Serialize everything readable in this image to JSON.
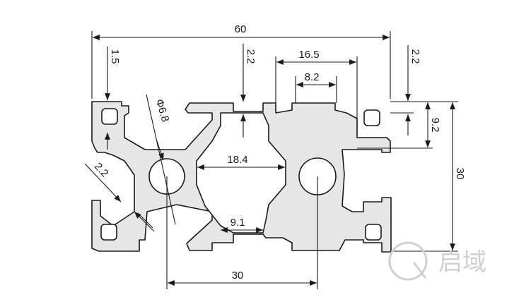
{
  "dimensions": {
    "overall_width": "60",
    "top_wall_thickness": "1.5",
    "center_wall_thickness": "2.2",
    "slot_outer_width": "16.5",
    "slot_opening_width": "8.2",
    "right_wall_thickness": "2.2",
    "slot_depth": "9.2",
    "overall_height": "30",
    "hole_diameter": "Φ6.8",
    "diagonal_wall_thickness": "2.2",
    "center_cavity_width": "18.4",
    "bottom_slot_width": "9.1",
    "hole_pitch": "30"
  },
  "watermark": {
    "text": "启域"
  },
  "colors": {
    "profile_fill": "#e6e6e6",
    "line": "#1a1a1a",
    "watermark": "#cfcfcf"
  }
}
